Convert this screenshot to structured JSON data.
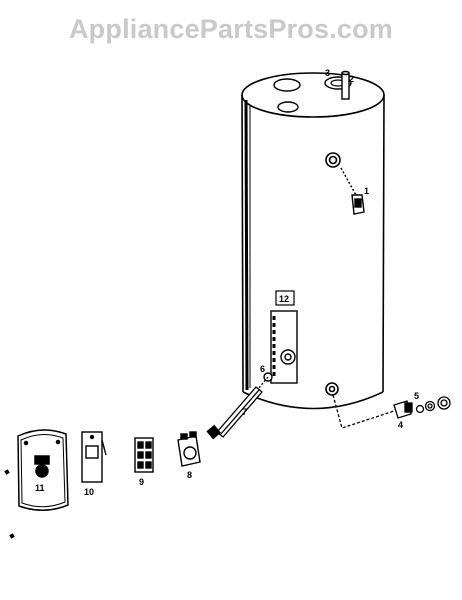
{
  "watermark": "AppliancePartsPros.com",
  "callouts": {
    "p1": "1",
    "p2": "2",
    "p3": "3",
    "p4": "4",
    "p5": "5",
    "p6": "6",
    "p7": "7",
    "p8": "8",
    "p9": "9",
    "p10": "10",
    "p11": "11",
    "p12": "12"
  },
  "colors": {
    "line": "#000000",
    "watermark": "#c9c9c9",
    "background": "#ffffff"
  }
}
